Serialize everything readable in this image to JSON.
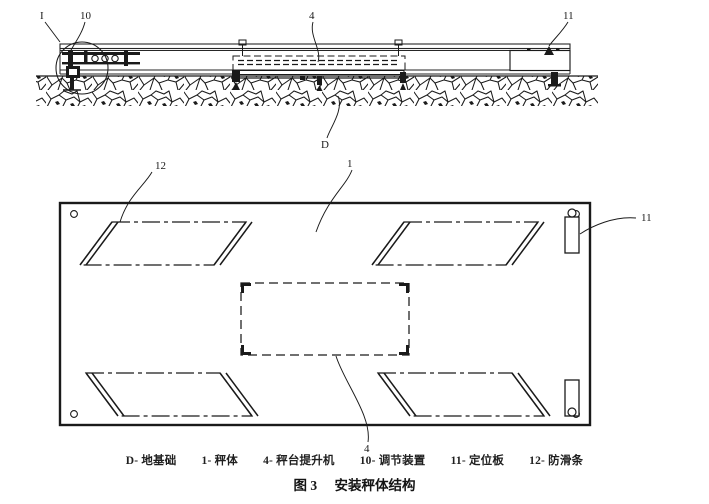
{
  "figure": {
    "caption_number": "图 3",
    "caption_title": "安装秤体结构",
    "legend": [
      {
        "key": "D",
        "label": "D- 地基础"
      },
      {
        "key": "1",
        "label": "1- 秤体"
      },
      {
        "key": "4",
        "label": "4- 秤台提升机"
      },
      {
        "key": "10",
        "label": "10- 调节装置"
      },
      {
        "key": "11",
        "label": "11- 定位板"
      },
      {
        "key": "12",
        "label": "12- 防滑条"
      }
    ]
  },
  "elevation_view": {
    "name": "side-elevation-of-scale-body",
    "callouts": [
      {
        "id": "detail-I",
        "text": "I"
      },
      {
        "id": "adjuster-10",
        "text": "10"
      },
      {
        "id": "lifter-4",
        "text": "4"
      },
      {
        "id": "locating-plate-11",
        "text": "11"
      },
      {
        "id": "foundation-D",
        "text": "D"
      }
    ]
  },
  "plan_view": {
    "name": "top-plan-of-scale-body",
    "callouts": [
      {
        "id": "antislip-12",
        "text": "12"
      },
      {
        "id": "scale-body-1",
        "text": "1"
      },
      {
        "id": "locating-plate-11",
        "text": "11"
      },
      {
        "id": "lifter-4",
        "text": "4"
      }
    ]
  },
  "colors": {
    "ink": "#1a1a1a",
    "line": "#262626",
    "paper": "#ffffff",
    "fill_dark": "#111111"
  }
}
